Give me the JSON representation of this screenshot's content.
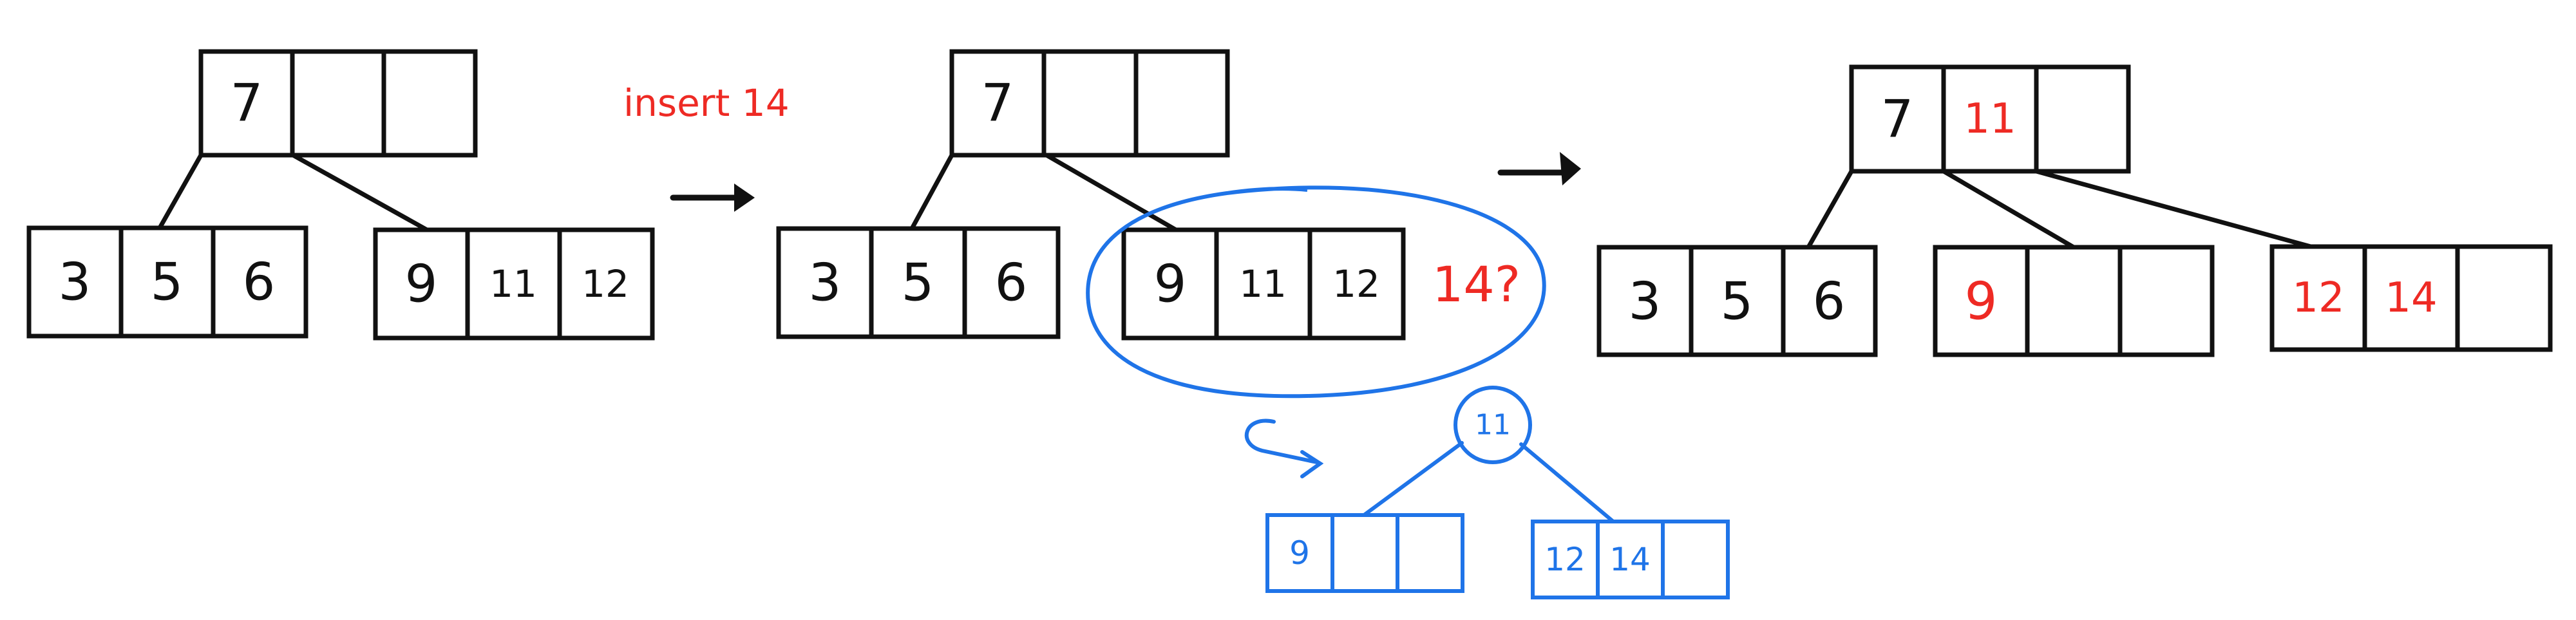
{
  "colors": {
    "ink": "#111111",
    "red": "#ee2a24",
    "blue": "#1f74e8"
  },
  "stage1": {
    "root": [
      "7",
      "",
      ""
    ],
    "left": [
      "3",
      "5",
      "6"
    ],
    "right": [
      "9",
      "11",
      "12"
    ]
  },
  "label_insert": "insert 14",
  "stage2": {
    "root": [
      "7",
      "",
      ""
    ],
    "left": [
      "3",
      "5",
      "6"
    ],
    "right": [
      "9",
      "11",
      "12"
    ],
    "pending": "14?"
  },
  "split": {
    "promoted": "11",
    "left": [
      "9",
      "",
      ""
    ],
    "right": [
      "12",
      "14",
      ""
    ]
  },
  "stage3": {
    "root": [
      "7",
      "11",
      ""
    ],
    "left": [
      "3",
      "5",
      "6"
    ],
    "middle": [
      "9",
      "",
      ""
    ],
    "right": [
      "12",
      "14",
      ""
    ]
  }
}
